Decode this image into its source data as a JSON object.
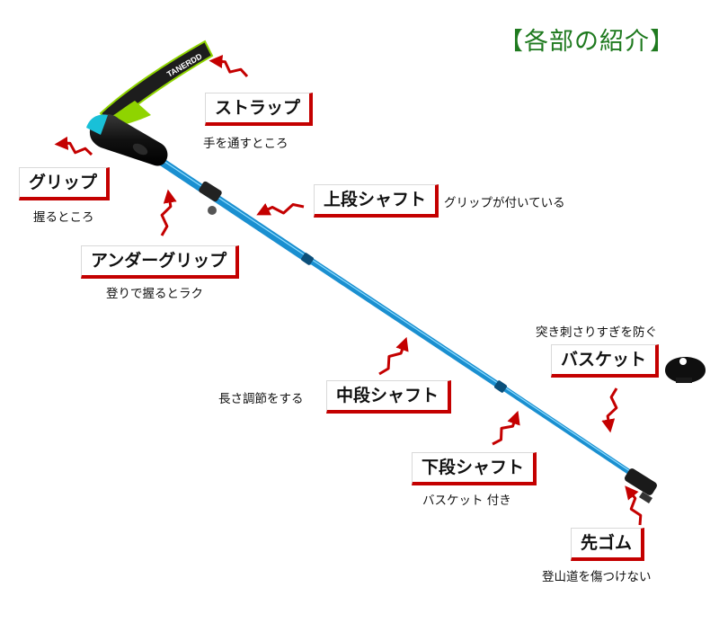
{
  "title": "【各部の紹介】",
  "brand_text": "TANERDD",
  "parts": [
    {
      "id": "strap",
      "label": "ストラップ",
      "caption": "手を通すところ"
    },
    {
      "id": "grip",
      "label": "グリップ",
      "caption": "握るところ"
    },
    {
      "id": "upper-shaft",
      "label": "上段シャフト",
      "caption": "グリップが付いている"
    },
    {
      "id": "under-grip",
      "label": "アンダーグリップ",
      "caption": "登りで握るとラク"
    },
    {
      "id": "basket",
      "label": "バスケット",
      "caption": "突き刺さりすぎを防ぐ"
    },
    {
      "id": "middle-shaft",
      "label": "中段シャフト",
      "caption": "長さ調節をする"
    },
    {
      "id": "lower-shaft",
      "label": "下段シャフト",
      "caption": "バスケット 付き"
    },
    {
      "id": "tip-rubber",
      "label": "先ゴム",
      "caption": "登山道を傷つけない"
    }
  ],
  "colors": {
    "title": "#1f7a1f",
    "accent": "#c40000",
    "shaft": "#1a8fd0",
    "strap": "#222222",
    "strap_edge": "#8fd400"
  }
}
